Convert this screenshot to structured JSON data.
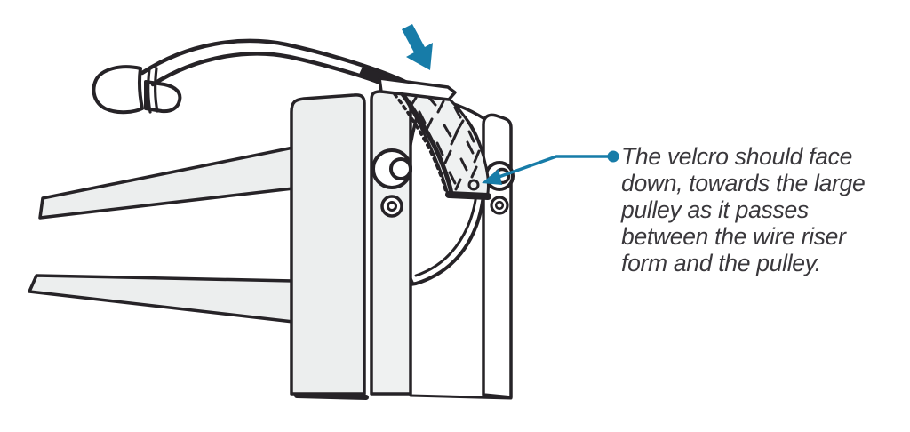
{
  "annotation": {
    "lines": [
      "The velcro should face",
      "down, towards the large",
      "pulley as it passes",
      "between the wire riser",
      "form and the pulley."
    ],
    "full_text": "The velcro should face down, towards the large pulley as it passes between the wire riser form and the pulley."
  },
  "icons": {
    "down_arrow": "down-arrow-icon",
    "leader_dot": "leader-dot",
    "leader_arrowhead": "leader-arrowhead-icon"
  },
  "colors": {
    "accent_blue": "#177CA8",
    "line_dark": "#262327",
    "machine_fill_gray": "#ECEEEE",
    "annotation_text": "#3A383C",
    "background": "#FFFFFF"
  }
}
